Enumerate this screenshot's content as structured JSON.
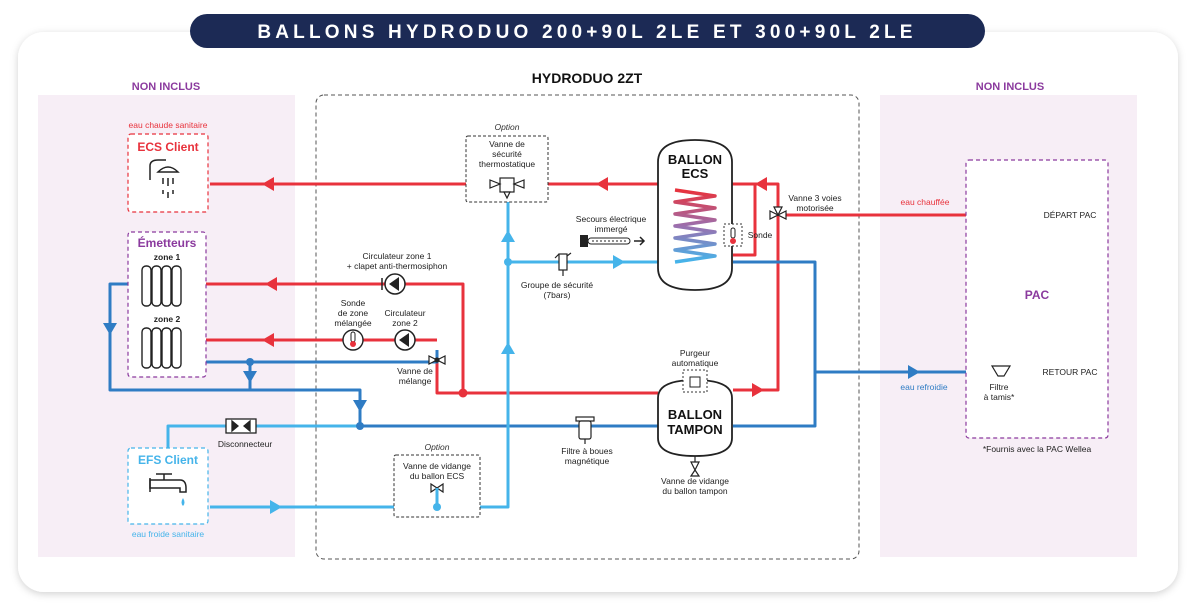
{
  "title": "BALLONS HYDRODUO 200+90L 2LE ET 300+90L 2LE",
  "colors": {
    "navy": "#1c2a55",
    "hot": "#e8323c",
    "cold_dark": "#2f7cc4",
    "cold_light": "#45b4ea",
    "purple": "#8b3a9e",
    "panel": "#f7eef6",
    "dark": "#222222"
  },
  "sections": {
    "left_label": "NON INCLUS",
    "right_label": "NON INCLUS",
    "center_label": "HYDRODUO 2ZT"
  },
  "client": {
    "ecs_top": "eau chaude sanitaire",
    "ecs_title": "ECS Client",
    "emetteurs_title": "Émetteurs",
    "zone1": "zone 1",
    "zone2": "zone 2",
    "efs_title": "EFS Client",
    "efs_bottom": "eau froide sanitaire",
    "disconnecteur": "Disconnecteur"
  },
  "components": {
    "option_top": "Option",
    "vanne_secu_l1": "Vanne de",
    "vanne_secu_l2": "sécurité",
    "vanne_secu_l3": "thermostatique",
    "circ1_l1": "Circulateur zone 1",
    "circ1_l2": "+ clapet anti-thermosiphon",
    "sonde_l1": "Sonde",
    "sonde_l2": "de zone",
    "sonde_l3": "mélangée",
    "circ2_l1": "Circulateur",
    "circ2_l2": "zone 2",
    "vanne_mel_l1": "Vanne de",
    "vanne_mel_l2": "mélange",
    "secours_l1": "Secours électrique",
    "secours_l2": "immergé",
    "groupe_l1": "Groupe de sécurité",
    "groupe_l2": "(7bars)",
    "ballon_ecs_l1": "BALLON",
    "ballon_ecs_l2": "ECS",
    "sonde_ballon": "Sonde",
    "vanne3_l1": "Vanne 3 voies",
    "vanne3_l2": "motorisée",
    "purgeur_l1": "Purgeur",
    "purgeur_l2": "automatique",
    "ballon_tampon_l1": "BALLON",
    "ballon_tampon_l2": "TAMPON",
    "filtre_boues_l1": "Filtre à boues",
    "filtre_boues_l2": "magnétique",
    "vidange_tampon_l1": "Vanne de vidange",
    "vidange_tampon_l2": "du ballon tampon",
    "option_bottom": "Option",
    "vidange_ecs_l1": "Vanne de vidange",
    "vidange_ecs_l2": "du ballon ECS"
  },
  "pac": {
    "eau_chauffee": "eau chauffée",
    "depart": "DÉPART PAC",
    "title": "PAC",
    "eau_refroidie": "eau refroidie",
    "filtre_l1": "Filtre",
    "filtre_l2": "à tamis*",
    "retour": "RETOUR PAC",
    "footnote": "*Fournis avec la PAC Wellea"
  }
}
